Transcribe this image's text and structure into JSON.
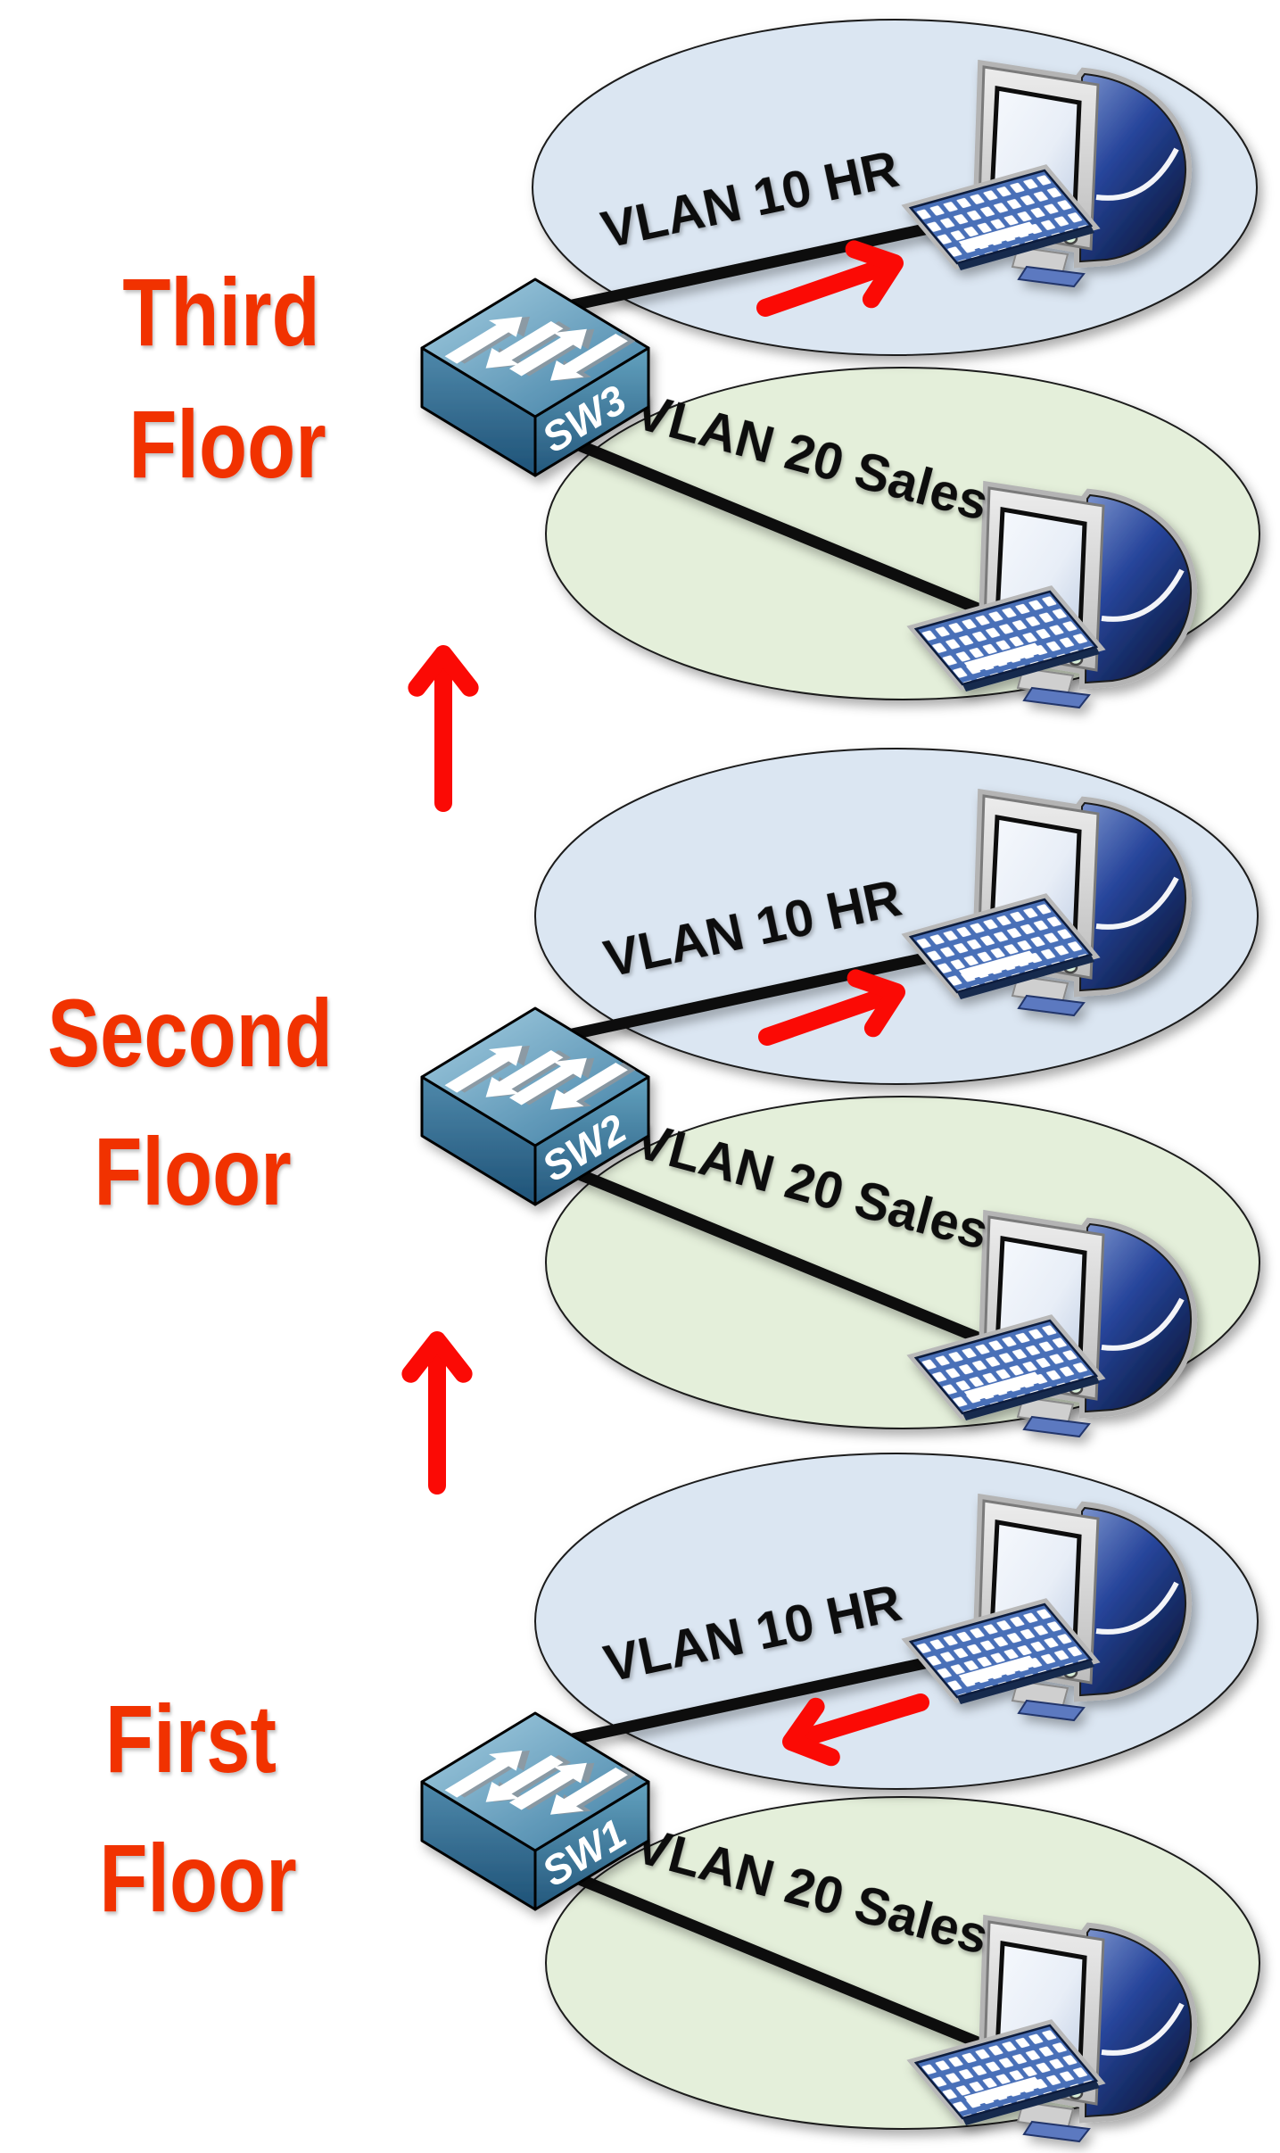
{
  "colors": {
    "floor_label": "#f13002",
    "traffic_arrow": "#fb0a05",
    "vlan10_fill": "#dbe6f2",
    "vlan20_fill": "#e4efda",
    "link_line": "#0a0a0a"
  },
  "floors": [
    {
      "name_line1": "Third",
      "name_line2": "Floor",
      "switch_label": "SW3",
      "vlan10_label": "VLAN 10 HR",
      "vlan20_label": "VLAN 20 Sales"
    },
    {
      "name_line1": "Second",
      "name_line2": "Floor",
      "switch_label": "SW2",
      "vlan10_label": "VLAN 10 HR",
      "vlan20_label": "VLAN 20 Sales"
    },
    {
      "name_line1": "First",
      "name_line2": "Floor",
      "switch_label": "SW1",
      "vlan10_label": "VLAN 10 HR",
      "vlan20_label": "VLAN 20 Sales"
    }
  ],
  "icons": {
    "switch": "cisco-switch-icon",
    "computer": "desktop-computer-icon",
    "traffic_direction": "red-arrow-icon"
  }
}
